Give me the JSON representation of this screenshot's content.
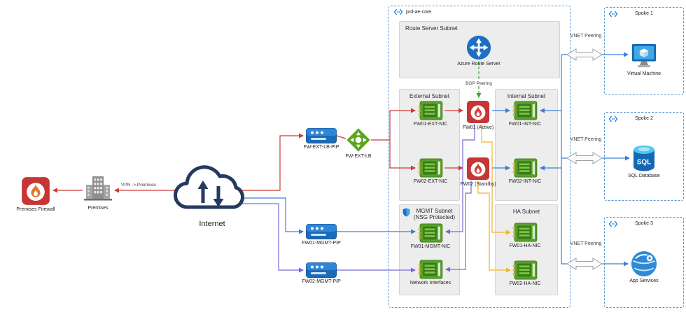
{
  "left_side": {
    "premises_firewall_label": "Premises Firewall",
    "premises_label": "Premises",
    "vpn_link_label": "VPN -> Premises",
    "internet_label": "Internet",
    "fw_ext_lb_pip_label": "FW-EXT-LB-PIP",
    "fw_ext_lb_label": "FW-EXT-LB",
    "fw01_mgmt_pip_label": "FW01-MGMT-PIP",
    "fw02_mgmt_pip_label": "FW02-MGMT-PIP"
  },
  "core": {
    "title": "prd-ae-core",
    "route_server_subnet_title": "Route Server Subnet",
    "route_server_label": "Azure Route Server",
    "bgp_peering_label": "BGP Peering",
    "external_subnet_title": "External Subnet",
    "fw01_ext_nic": "FW01-EXT-NIC",
    "fw02_ext_nic": "FW02-EXT-NIC",
    "fw01_label": "FW01 (Active)",
    "fw02_label": "FW02 (Standby)",
    "internal_subnet_title": "Internal Subnet",
    "fw01_int_nic": "FW01-INT-NIC",
    "fw02_int_nic": "FW02-INT-NIC",
    "mgmt_subnet_title": "MGMT Subnet (NSG Protected)",
    "fw01_mgmt_nic": "FW01-MGMT-NIC",
    "network_interfaces_label": "Network Interfaces",
    "ha_subnet_title": "HA Subnet",
    "fw01_ha_nic": "FW01-HA-NIC",
    "fw02_ha_nic": "FW02-HA-NIC"
  },
  "peering": {
    "label": "VNET Peering"
  },
  "spokes": [
    {
      "title": "Spoke 1",
      "resource_label": "Virtual Machine"
    },
    {
      "title": "Spoke 2",
      "resource_label": "SQL Database"
    },
    {
      "title": "Spoke 3",
      "resource_label": "App Services"
    }
  ],
  "icon_text": {
    "sql": "SQL"
  },
  "colors": {
    "red_line": "#cf3b36",
    "blue_line": "#3c7ddb",
    "purple_line": "#7b68d8",
    "yellow_line": "#edb52f",
    "green_bgp": "#3aa23a",
    "dashed_box_border": "#5b9bd5",
    "azure_blue": "#1b6fc4",
    "nic_green": "#57a22b",
    "firewall_red": "#c73535"
  }
}
